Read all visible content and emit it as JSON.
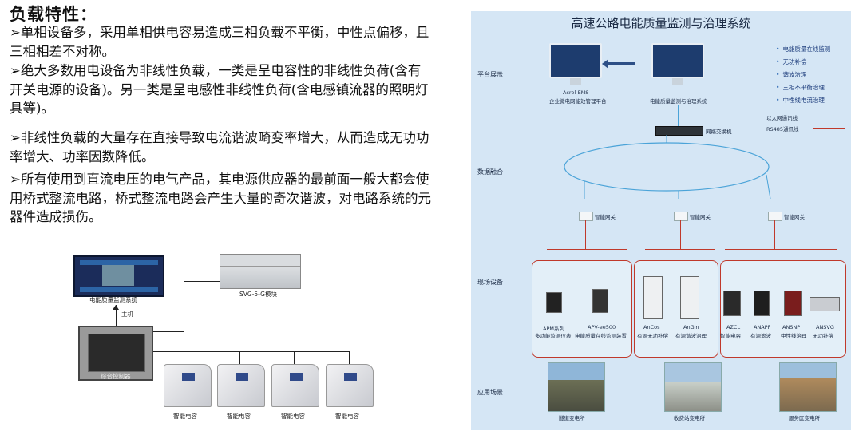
{
  "left": {
    "heading": "负载特性：",
    "paragraphs": [
      {
        "arrow": "➢",
        "text": "单相设备多，采用单相供电容易造成三相负载不平衡，中性点偏移，且三相相差不对称。"
      },
      {
        "arrow": "➢",
        "text": "绝大多数用电设备为非线性负载，一类是呈电容性的非线性负荷(含有开关电源的设备)。另一类是呈电感性非线性负荷(含电感镇流器的照明灯具等)。"
      },
      {
        "arrow": "➢",
        "text": "非线性负载的大量存在直接导致电流谐波畸变率增大，从而造成无功功率增大、功率因数降低。"
      },
      {
        "arrow": "➢",
        "text": "所有使用到直流电压的电气产品，其电源供应器的最前面一般大都会使用桥式整流电路，桥式整流电路会产生大量的奇次谐波，对电路系统的元器件造成损伤。"
      }
    ],
    "diagram": {
      "monitor_label": "电能质量监测系统",
      "rack_label": "SVG-5-G模块",
      "link_label": "主机",
      "controller_label": "综合控制器",
      "capacitor_label": "智能电容"
    }
  },
  "right": {
    "title": "高速公路电能质量监测与治理系统",
    "sections": [
      "平台展示",
      "数据融合",
      "现场设备",
      "应用场景"
    ],
    "legend": [
      "电能质量在线监测",
      "无功补偿",
      "谐波治理",
      "三相不平衡治理",
      "中性线电流治理"
    ],
    "line_legend": [
      "以太网通讯线",
      "RS485通讯线"
    ],
    "platform": [
      {
        "name": "Acrel-EMS",
        "desc": "企业微电网能效管理平台"
      },
      {
        "name": "",
        "desc": "电能质量监测与治理系统"
      }
    ],
    "switch_label": "网络交换机",
    "gateway_label": "智能网关",
    "devices": [
      {
        "name": "APM系列",
        "desc": "多功能监测仪表"
      },
      {
        "name": "APV-ee500",
        "desc": "电能质量在线监测装置"
      },
      {
        "name": "AnCos",
        "desc": "有源无功补偿"
      },
      {
        "name": "AnGin",
        "desc": "有源谐波治理"
      },
      {
        "name": "AZCL",
        "desc": "智能电容"
      },
      {
        "name": "ANAPF",
        "desc": "有源滤波"
      },
      {
        "name": "ANSNP",
        "desc": "中性线治理"
      },
      {
        "name": "ANSVG",
        "desc": "无功补偿"
      }
    ],
    "scenes": [
      "隧道变电所",
      "收费站变电所",
      "服务区变电所"
    ],
    "colors": {
      "ethernet": "#4aa3d8",
      "rs485": "#c0392b",
      "panel_bg": "#d5e6f5"
    }
  }
}
